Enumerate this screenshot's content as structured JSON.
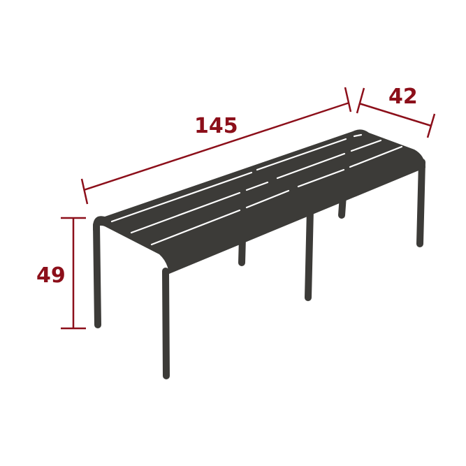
{
  "dimensions": {
    "length": "145",
    "depth": "42",
    "height": "49"
  },
  "colors": {
    "dimension": "#8c0f1a",
    "bench": "#3c3b38",
    "slat_gap": "#ffffff"
  }
}
